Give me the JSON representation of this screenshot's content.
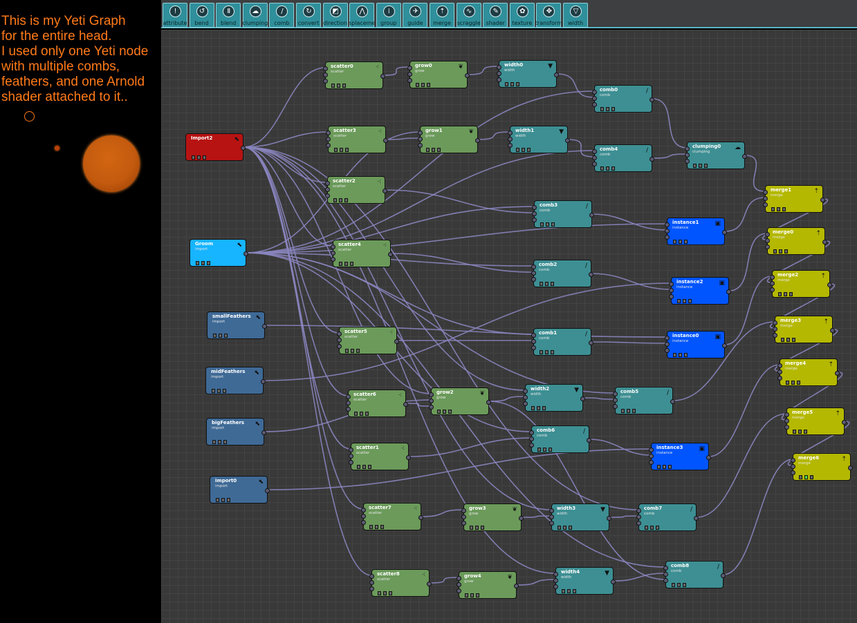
{
  "caption": "This is my Yeti Graph\nfor the entire head.\nI used only one Yeti node\nwith multiple combs,\nfeathers, and one Arnold\nshader attached to it..",
  "toolbar": [
    {
      "label": "attribute",
      "icon": "exclamation-icon",
      "glyph": "!"
    },
    {
      "label": "bend",
      "icon": "bend-icon",
      "glyph": "↺"
    },
    {
      "label": "blend",
      "icon": "blend-icon",
      "glyph": "Ⅱ"
    },
    {
      "label": "clumping",
      "icon": "clumping-icon",
      "glyph": "☁"
    },
    {
      "label": "comb",
      "icon": "comb-icon",
      "glyph": "/"
    },
    {
      "label": "convert",
      "icon": "convert-icon",
      "glyph": "↻"
    },
    {
      "label": "direction",
      "icon": "direction-icon",
      "glyph": "◩"
    },
    {
      "label": "splaceme",
      "icon": "displace-icon",
      "glyph": "⋀"
    },
    {
      "label": "group",
      "icon": "group-icon",
      "glyph": "⁞"
    },
    {
      "label": "guide",
      "icon": "guide-icon",
      "glyph": "✈"
    },
    {
      "label": "merge",
      "icon": "merge-icon",
      "glyph": "⇡"
    },
    {
      "label": "scraggle",
      "icon": "scraggle-icon",
      "glyph": "∿"
    },
    {
      "label": "shader",
      "icon": "shader-icon",
      "glyph": "✎"
    },
    {
      "label": "texture",
      "icon": "texture-icon",
      "glyph": "✿"
    },
    {
      "label": "transform",
      "icon": "transform-icon",
      "glyph": "✥"
    },
    {
      "label": "width",
      "icon": "width-icon",
      "glyph": "▽"
    }
  ],
  "colors": {
    "green": "#6b9a5a",
    "teal": "#3d8f93",
    "red": "#b71313",
    "cyan": "#17b4ff",
    "slate": "#3f6a96",
    "blue": "#0055ff",
    "yellow": "#b4b800",
    "caption": "#ff7a1a",
    "wire": "#8a85bf"
  },
  "nodes": [
    {
      "name": "Import2",
      "type": "",
      "color": "red",
      "icon": "brush-icon",
      "glyph": "⬉"
    },
    {
      "name": "Groom",
      "type": "import",
      "color": "cyan",
      "icon": "brush-icon",
      "glyph": "⬉"
    },
    {
      "name": "smallFeathers",
      "type": "import",
      "color": "slate",
      "icon": "brush-icon",
      "glyph": "⬉"
    },
    {
      "name": "midFeathers",
      "type": "import",
      "color": "slate",
      "icon": "brush-icon",
      "glyph": "⬉"
    },
    {
      "name": "bigFeathers",
      "type": "import",
      "color": "slate",
      "icon": "brush-icon",
      "glyph": "⬉"
    },
    {
      "name": "import0",
      "type": "import",
      "color": "slate",
      "icon": "brush-icon",
      "glyph": "⬉"
    },
    {
      "name": "scatter0",
      "type": "scatter",
      "color": "green",
      "icon": "scatter-icon",
      "glyph": "⁖"
    },
    {
      "name": "scatter3",
      "type": "scatter",
      "color": "green",
      "icon": "scatter-icon",
      "glyph": "⁖"
    },
    {
      "name": "scatter2",
      "type": "scatter",
      "color": "green",
      "icon": "scatter-icon",
      "glyph": "⁖"
    },
    {
      "name": "scatter4",
      "type": "scatter",
      "color": "green",
      "icon": "scatter-icon",
      "glyph": "⁖"
    },
    {
      "name": "scatter5",
      "type": "scatter",
      "color": "green",
      "icon": "scatter-icon",
      "glyph": "⁖"
    },
    {
      "name": "scatter6",
      "type": "scatter",
      "color": "green",
      "icon": "scatter-icon",
      "glyph": "⁖"
    },
    {
      "name": "scatter1",
      "type": "scatter",
      "color": "green",
      "icon": "scatter-icon",
      "glyph": "⁖"
    },
    {
      "name": "scatter7",
      "type": "scatter",
      "color": "green",
      "icon": "scatter-icon",
      "glyph": "⁖"
    },
    {
      "name": "scatter8",
      "type": "scatter",
      "color": "green",
      "icon": "scatter-icon",
      "glyph": "⁖"
    },
    {
      "name": "grow0",
      "type": "grow",
      "color": "green",
      "icon": "leaf-icon",
      "glyph": "❦"
    },
    {
      "name": "grow1",
      "type": "grow",
      "color": "green",
      "icon": "leaf-icon",
      "glyph": "❦"
    },
    {
      "name": "grow2",
      "type": "grow",
      "color": "green",
      "icon": "leaf-icon",
      "glyph": "❦"
    },
    {
      "name": "grow3",
      "type": "grow",
      "color": "green",
      "icon": "leaf-icon",
      "glyph": "❦"
    },
    {
      "name": "grow4",
      "type": "grow",
      "color": "green",
      "icon": "leaf-icon",
      "glyph": "❦"
    },
    {
      "name": "width0",
      "type": "width",
      "color": "teal",
      "icon": "width-icon",
      "glyph": "▼"
    },
    {
      "name": "width1",
      "type": "width",
      "color": "teal",
      "icon": "width-icon",
      "glyph": "▼"
    },
    {
      "name": "width2",
      "type": "width",
      "color": "teal",
      "icon": "width-icon",
      "glyph": "▼"
    },
    {
      "name": "width3",
      "type": "width",
      "color": "teal",
      "icon": "width-icon",
      "glyph": "▼"
    },
    {
      "name": "width4",
      "type": "width",
      "color": "teal",
      "icon": "width-icon",
      "glyph": "▼"
    },
    {
      "name": "comb0",
      "type": "comb",
      "color": "teal",
      "icon": "comb-icon",
      "glyph": "/"
    },
    {
      "name": "comb4",
      "type": "comb",
      "color": "teal",
      "icon": "comb-icon",
      "glyph": "/"
    },
    {
      "name": "comb3",
      "type": "comb",
      "color": "teal",
      "icon": "comb-icon",
      "glyph": "/"
    },
    {
      "name": "comb2",
      "type": "comb",
      "color": "teal",
      "icon": "comb-icon",
      "glyph": "/"
    },
    {
      "name": "comb1",
      "type": "comb",
      "color": "teal",
      "icon": "comb-icon",
      "glyph": "/"
    },
    {
      "name": "comb5",
      "type": "comb",
      "color": "teal",
      "icon": "comb-icon",
      "glyph": "/"
    },
    {
      "name": "comb6",
      "type": "comb",
      "color": "teal",
      "icon": "comb-icon",
      "glyph": "/"
    },
    {
      "name": "comb7",
      "type": "comb",
      "color": "teal",
      "icon": "comb-icon",
      "glyph": "/"
    },
    {
      "name": "comb8",
      "type": "comb",
      "color": "teal",
      "icon": "comb-icon",
      "glyph": "/"
    },
    {
      "name": "clumping0",
      "type": "clumping",
      "color": "teal",
      "icon": "clumping-icon",
      "glyph": "☁"
    },
    {
      "name": "instance1",
      "type": "instance",
      "color": "blue",
      "icon": "instance-icon",
      "glyph": "▣"
    },
    {
      "name": "instance2",
      "type": "instance",
      "color": "blue",
      "icon": "instance-icon",
      "glyph": "▣"
    },
    {
      "name": "instance0",
      "type": "instance",
      "color": "blue",
      "icon": "instance-icon",
      "glyph": "▣"
    },
    {
      "name": "instance3",
      "type": "instance",
      "color": "blue",
      "icon": "instance-icon",
      "glyph": "▣"
    },
    {
      "name": "merge1",
      "type": "merge",
      "color": "yellow",
      "icon": "merge-icon",
      "glyph": "⇡"
    },
    {
      "name": "merge0",
      "type": "merge",
      "color": "yellow",
      "icon": "merge-icon",
      "glyph": "⇡"
    },
    {
      "name": "merge2",
      "type": "merge",
      "color": "yellow",
      "icon": "merge-icon",
      "glyph": "⇡"
    },
    {
      "name": "merge3",
      "type": "merge",
      "color": "yellow",
      "icon": "merge-icon",
      "glyph": "⇡"
    },
    {
      "name": "merge4",
      "type": "merge",
      "color": "yellow",
      "icon": "merge-icon",
      "glyph": "⇡"
    },
    {
      "name": "merge5",
      "type": "merge",
      "color": "yellow",
      "icon": "merge-icon",
      "glyph": "⇡"
    },
    {
      "name": "merge6",
      "type": "merge",
      "color": "yellow",
      "icon": "merge-icon",
      "glyph": "⇡",
      "active": true
    }
  ],
  "connections": [
    [
      "Import2",
      "scatter0"
    ],
    [
      "Import2",
      "scatter3"
    ],
    [
      "Import2",
      "scatter2"
    ],
    [
      "Import2",
      "scatter4"
    ],
    [
      "Import2",
      "scatter5"
    ],
    [
      "Import2",
      "scatter6"
    ],
    [
      "Import2",
      "scatter1"
    ],
    [
      "Import2",
      "scatter7"
    ],
    [
      "Import2",
      "scatter8"
    ],
    [
      "Import2",
      "grow2"
    ],
    [
      "Import2",
      "width2"
    ],
    [
      "Import2",
      "width3"
    ],
    [
      "Import2",
      "width4"
    ],
    [
      "Import2",
      "comb7"
    ],
    [
      "Groom",
      "comb0"
    ],
    [
      "Groom",
      "comb4"
    ],
    [
      "Groom",
      "comb3"
    ],
    [
      "Groom",
      "comb2"
    ],
    [
      "Groom",
      "comb1"
    ],
    [
      "Groom",
      "comb5"
    ],
    [
      "Groom",
      "comb6"
    ],
    [
      "Groom",
      "comb8"
    ],
    [
      "Groom",
      "instance1"
    ],
    [
      "Groom",
      "grow1"
    ],
    [
      "smallFeathers",
      "instance0"
    ],
    [
      "midFeathers",
      "instance2"
    ],
    [
      "bigFeathers",
      "grow2"
    ],
    [
      "import0",
      "instance3"
    ],
    [
      "scatter0",
      "grow0"
    ],
    [
      "grow0",
      "width0"
    ],
    [
      "width0",
      "comb0"
    ],
    [
      "comb0",
      "clumping0"
    ],
    [
      "scatter3",
      "grow1"
    ],
    [
      "grow1",
      "width1"
    ],
    [
      "width1",
      "comb4"
    ],
    [
      "comb4",
      "clumping0"
    ],
    [
      "clumping0",
      "merge1"
    ],
    [
      "scatter2",
      "comb3"
    ],
    [
      "comb3",
      "instance1"
    ],
    [
      "instance1",
      "merge1"
    ],
    [
      "scatter4",
      "comb2"
    ],
    [
      "comb2",
      "instance2"
    ],
    [
      "instance2",
      "merge0"
    ],
    [
      "scatter5",
      "comb1"
    ],
    [
      "comb1",
      "instance0"
    ],
    [
      "instance0",
      "merge2"
    ],
    [
      "scatter6",
      "grow2"
    ],
    [
      "grow2",
      "width2"
    ],
    [
      "width2",
      "comb5"
    ],
    [
      "comb5",
      "merge3"
    ],
    [
      "scatter1",
      "comb6"
    ],
    [
      "comb6",
      "instance3"
    ],
    [
      "instance3",
      "merge4"
    ],
    [
      "scatter7",
      "grow3"
    ],
    [
      "grow3",
      "width3"
    ],
    [
      "width3",
      "comb7"
    ],
    [
      "comb7",
      "merge5"
    ],
    [
      "scatter8",
      "grow4"
    ],
    [
      "grow4",
      "width4"
    ],
    [
      "width4",
      "comb8"
    ],
    [
      "comb8",
      "merge6"
    ],
    [
      "merge1",
      "merge0"
    ],
    [
      "merge0",
      "merge2"
    ],
    [
      "merge2",
      "merge3"
    ],
    [
      "merge3",
      "merge4"
    ],
    [
      "merge4",
      "merge5"
    ],
    [
      "merge5",
      "merge6"
    ],
    [
      "grow2",
      "comb8"
    ]
  ]
}
